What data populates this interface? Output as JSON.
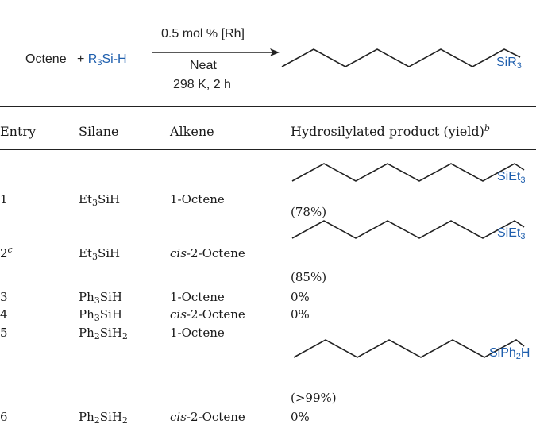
{
  "scheme": {
    "reactant": "Octene",
    "plus": "+ ",
    "silane_prefix": "R",
    "silane_sub": "3",
    "silane_suffix": "Si-H",
    "catalyst": "0.5 mol % [Rh]",
    "solvent": "Neat",
    "conditions": "298 K, 2 h",
    "product_label_main": "SiR",
    "product_label_sub": "3"
  },
  "table": {
    "headers": {
      "entry": "Entry",
      "silane": "Silane",
      "alkene": "Alkene",
      "product": "Hydrosilylated product (yield)",
      "product_sup": "b"
    },
    "rows": [
      {
        "entry": "1",
        "entry_sup": "",
        "silane_a": "Et",
        "silane_sub1": "3",
        "silane_b": "SiH",
        "silane_sub2": "",
        "alkene_italic": "",
        "alkene": "1-Octene",
        "yield": "(78%)",
        "product_label": "SiEt",
        "product_sub": "3",
        "product_tail": ""
      },
      {
        "entry": "2",
        "entry_sup": "c",
        "silane_a": "Et",
        "silane_sub1": "3",
        "silane_b": "SiH",
        "silane_sub2": "",
        "alkene_italic": "cis",
        "alkene": "-2-Octene",
        "yield": "(85%)",
        "product_label": "SiEt",
        "product_sub": "3",
        "product_tail": ""
      },
      {
        "entry": "3",
        "entry_sup": "",
        "silane_a": "Ph",
        "silane_sub1": "3",
        "silane_b": "SiH",
        "silane_sub2": "",
        "alkene_italic": "",
        "alkene": "1-Octene",
        "yield": "0%"
      },
      {
        "entry": "4",
        "entry_sup": "",
        "silane_a": "Ph",
        "silane_sub1": "3",
        "silane_b": "SiH",
        "silane_sub2": "",
        "alkene_italic": "cis",
        "alkene": "-2-Octene",
        "yield": "0%"
      },
      {
        "entry": "5",
        "entry_sup": "",
        "silane_a": "Ph",
        "silane_sub1": "2",
        "silane_b": "SiH",
        "silane_sub2": "2",
        "alkene_italic": "",
        "alkene": "1-Octene",
        "yield": "(>99%)",
        "product_label": "SiPh",
        "product_sub": "2",
        "product_tail": "H"
      },
      {
        "entry": "6",
        "entry_sup": "",
        "silane_a": "Ph",
        "silane_sub1": "2",
        "silane_b": "SiH",
        "silane_sub2": "2",
        "alkene_italic": "cis",
        "alkene": "-2-Octene",
        "yield": "0%"
      }
    ]
  },
  "colors": {
    "accent": "#1f5fae",
    "rule": "#222222"
  }
}
